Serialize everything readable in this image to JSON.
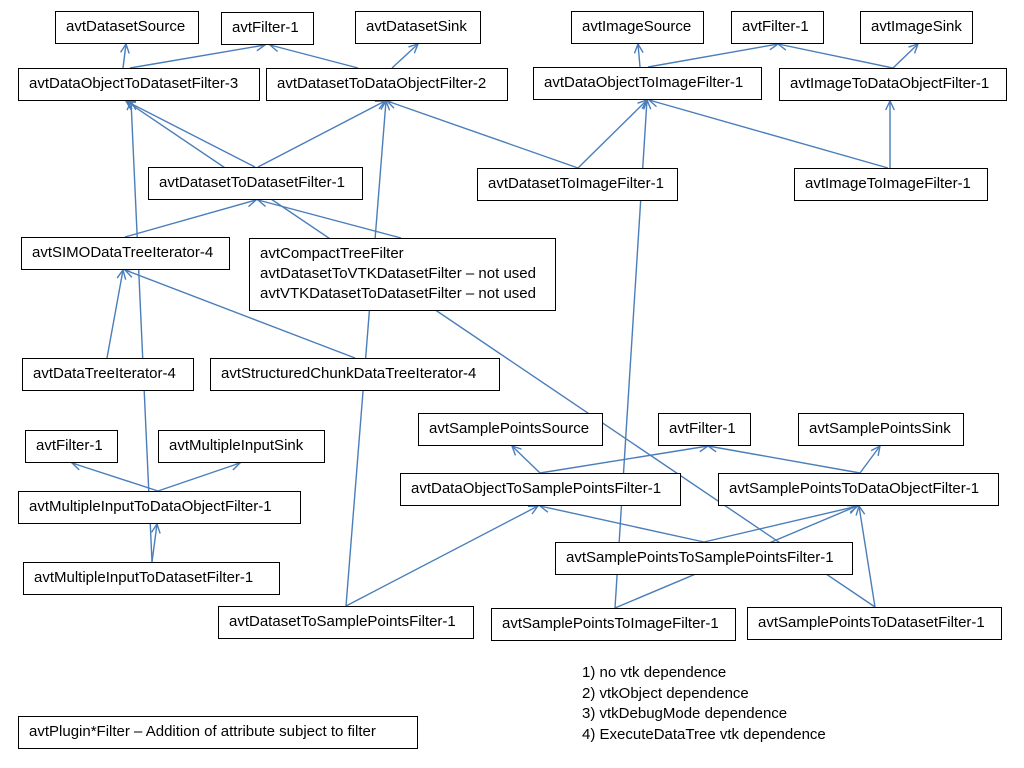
{
  "colors": {
    "edge": "#4a7ebb",
    "border": "#000000",
    "text": "#000000"
  },
  "diagram": {
    "nodes": [
      {
        "id": "datasetSource",
        "label": "avtDatasetSource"
      },
      {
        "id": "filter1a",
        "label": "avtFilter-1"
      },
      {
        "id": "datasetSink",
        "label": "avtDatasetSink"
      },
      {
        "id": "imageSource",
        "label": "avtImageSource"
      },
      {
        "id": "filter1b",
        "label": "avtFilter-1"
      },
      {
        "id": "imageSink",
        "label": "avtImageSink"
      },
      {
        "id": "doToDataset3",
        "label": "avtDataObjectToDatasetFilter-3"
      },
      {
        "id": "datasetToDo2",
        "label": "avtDatasetToDataObjectFilter-2"
      },
      {
        "id": "doToImage1",
        "label": "avtDataObjectToImageFilter-1"
      },
      {
        "id": "imageToDo1",
        "label": "avtImageToDataObjectFilter-1"
      },
      {
        "id": "datasetToDataset1",
        "label": "avtDatasetToDatasetFilter-1"
      },
      {
        "id": "datasetToImage1",
        "label": "avtDatasetToImageFilter-1"
      },
      {
        "id": "imageToImage1",
        "label": "avtImageToImageFilter-1"
      },
      {
        "id": "simoIter4",
        "label": "avtSIMODataTreeIterator-4"
      },
      {
        "id": "dataTreeIter4",
        "label": "avtDataTreeIterator-4"
      },
      {
        "id": "structChunkIter4",
        "label": "avtStructuredChunkDataTreeIterator-4"
      },
      {
        "id": "filter1c",
        "label": "avtFilter-1"
      },
      {
        "id": "multiInputSink",
        "label": "avtMultipleInputSink"
      },
      {
        "id": "multiInToDo1",
        "label": "avtMultipleInputToDataObjectFilter-1"
      },
      {
        "id": "multiInToDataset1",
        "label": "avtMultipleInputToDatasetFilter-1"
      },
      {
        "id": "spSource",
        "label": "avtSamplePointsSource"
      },
      {
        "id": "filter1d",
        "label": "avtFilter-1"
      },
      {
        "id": "spSink",
        "label": "avtSamplePointsSink"
      },
      {
        "id": "doToSp1",
        "label": "avtDataObjectToSamplePointsFilter-1"
      },
      {
        "id": "spToDo1",
        "label": "avtSamplePointsToDataObjectFilter-1"
      },
      {
        "id": "spToSp1",
        "label": "avtSamplePointsToSamplePointsFilter-1"
      },
      {
        "id": "datasetToSp1",
        "label": "avtDatasetToSamplePointsFilter-1"
      },
      {
        "id": "spToImage1",
        "label": "avtSamplePointsToImageFilter-1"
      },
      {
        "id": "spToDataset1",
        "label": "avtSamplePointsToDatasetFilter-1"
      },
      {
        "id": "pluginFilter",
        "label": "avtPlugin*Filter – Addition of attribute subject to filter"
      }
    ],
    "note_box": {
      "lines": [
        "avtCompactTreeFilter",
        "avtDatasetToVTKDatasetFilter – not used",
        "avtVTKDatasetToDatasetFilter – not used"
      ]
    },
    "edges": [
      {
        "from": "doToDataset3",
        "to": "datasetSource"
      },
      {
        "from": "doToDataset3",
        "to": "filter1a"
      },
      {
        "from": "datasetToDo2",
        "to": "filter1a"
      },
      {
        "from": "datasetToDo2",
        "to": "datasetSink"
      },
      {
        "from": "doToImage1",
        "to": "imageSource"
      },
      {
        "from": "doToImage1",
        "to": "filter1b"
      },
      {
        "from": "imageToDo1",
        "to": "filter1b"
      },
      {
        "from": "imageToDo1",
        "to": "imageSink"
      },
      {
        "from": "datasetToDataset1",
        "to": "doToDataset3"
      },
      {
        "from": "datasetToDataset1",
        "to": "datasetToDo2"
      },
      {
        "from": "datasetToImage1",
        "to": "datasetToDo2"
      },
      {
        "from": "datasetToImage1",
        "to": "doToImage1"
      },
      {
        "from": "imageToImage1",
        "to": "doToImage1"
      },
      {
        "from": "imageToImage1",
        "to": "imageToDo1"
      },
      {
        "from": "simoIter4",
        "to": "datasetToDataset1"
      },
      {
        "from": "note_box",
        "to": "datasetToDataset1"
      },
      {
        "from": "dataTreeIter4",
        "to": "simoIter4"
      },
      {
        "from": "structChunkIter4",
        "to": "simoIter4"
      },
      {
        "from": "multiInToDo1",
        "to": "filter1c"
      },
      {
        "from": "multiInToDo1",
        "to": "multiInputSink"
      },
      {
        "from": "multiInToDataset1",
        "to": "doToDataset3"
      },
      {
        "from": "multiInToDataset1",
        "to": "multiInToDo1"
      },
      {
        "from": "doToSp1",
        "to": "spSource"
      },
      {
        "from": "doToSp1",
        "to": "filter1d"
      },
      {
        "from": "spToDo1",
        "to": "filter1d"
      },
      {
        "from": "spToDo1",
        "to": "spSink"
      },
      {
        "from": "spToSp1",
        "to": "doToSp1"
      },
      {
        "from": "spToSp1",
        "to": "spToDo1"
      },
      {
        "from": "datasetToSp1",
        "to": "datasetToDo2"
      },
      {
        "from": "datasetToSp1",
        "to": "doToSp1"
      },
      {
        "from": "spToImage1",
        "to": "doToImage1"
      },
      {
        "from": "spToImage1",
        "to": "spToDo1"
      },
      {
        "from": "spToDataset1",
        "to": "doToDataset3"
      },
      {
        "from": "spToDataset1",
        "to": "spToDo1"
      }
    ]
  },
  "legend": {
    "items": [
      "1) no vtk dependence",
      "2) vtkObject dependence",
      "3) vtkDebugMode dependence",
      "4) ExecuteDataTree vtk dependence"
    ]
  }
}
